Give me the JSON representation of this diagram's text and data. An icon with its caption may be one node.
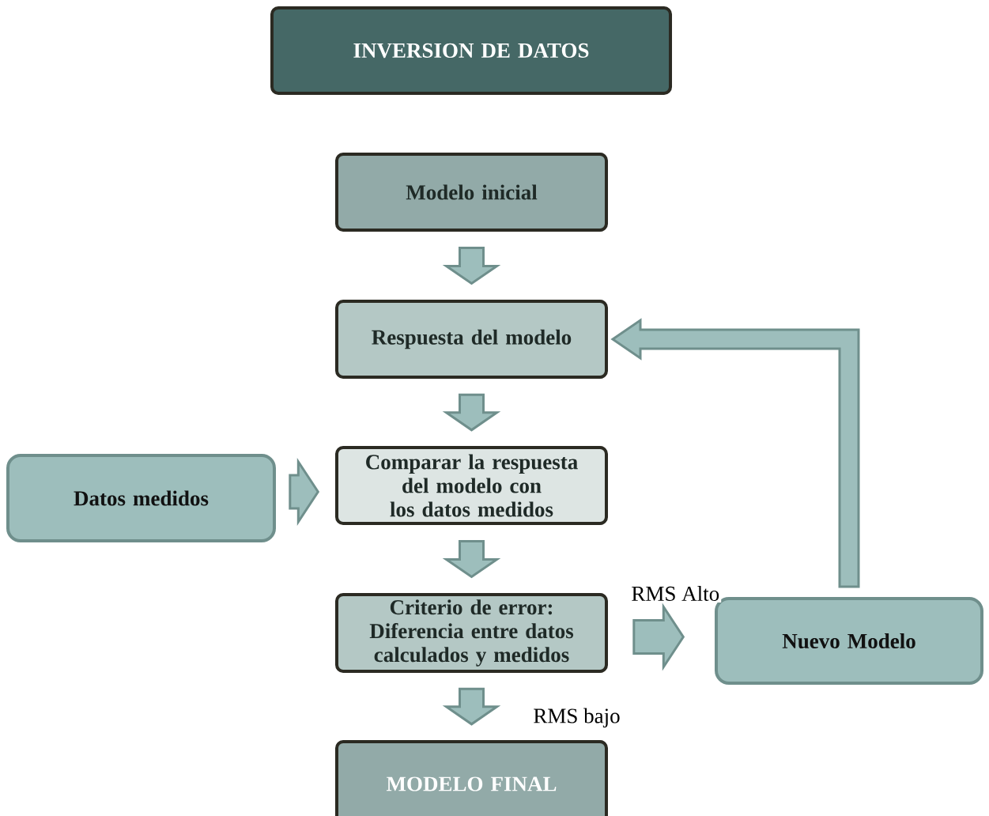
{
  "diagram": {
    "nodes": [
      {
        "text": [
          "INVERSION DE DATOS"
        ]
      },
      {
        "text": [
          "Modelo inicial"
        ]
      },
      {
        "text": [
          "Respuesta del modelo"
        ]
      },
      {
        "text": [
          "Comparar la respuesta del modelo con los datos medidos"
        ]
      },
      {
        "text": [
          "Datos medidos"
        ]
      },
      {
        "text": [
          "Criterio de error: Diferencia entre datos calculados y medidos"
        ]
      },
      {
        "text": [
          "Nuevo Modelo"
        ]
      },
      {
        "text": [
          "MODELO FINAL"
        ]
      }
    ],
    "edges": [
      {
        "from": 1,
        "to": 2,
        "arrow": "to"
      },
      {
        "from": 2,
        "to": 3,
        "arrow": "to"
      },
      {
        "from": 4,
        "to": 3,
        "arrow": "to"
      },
      {
        "from": 3,
        "to": 5,
        "arrow": "to"
      },
      {
        "from": 5,
        "to": 6,
        "arrow": "to",
        "label": "RMS Alto"
      },
      {
        "from": 5,
        "to": 7,
        "arrow": "to",
        "label": "RMS bajo"
      },
      {
        "from": 6,
        "to": 2,
        "arrow": "to"
      }
    ]
  }
}
